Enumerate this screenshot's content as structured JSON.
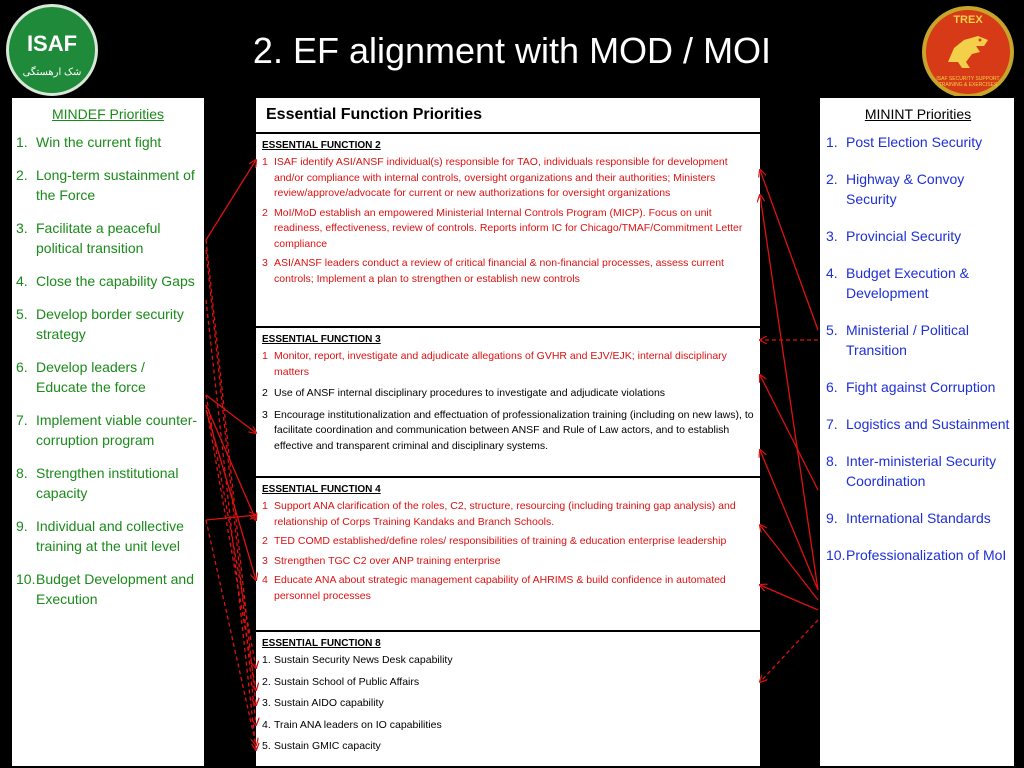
{
  "title": "2. EF alignment with MOD / MOI",
  "logos": {
    "left_text": "ISAF",
    "left_subtext": "شک ارهستگی",
    "right_text": "TREX",
    "right_subtext": "ISAF SECURITY SUPPORT TRAINING & EXERCISES"
  },
  "colors": {
    "mindef_green": "#1a8a1a",
    "minint_blue": "#1e2fd6",
    "arrow_red": "#dd1111"
  },
  "mindef": {
    "title": "MINDEF Priorities",
    "items": [
      {
        "num": "1.",
        "text": "Win the current fight"
      },
      {
        "num": "2.",
        "text": "Long-term sustainment of the Force"
      },
      {
        "num": "3.",
        "text": "Facilitate a peaceful political transition"
      },
      {
        "num": "4.",
        "text": "Close the capability Gaps"
      },
      {
        "num": "5.",
        "text": "Develop border security strategy"
      },
      {
        "num": "6.",
        "text": "Develop leaders / Educate the force"
      },
      {
        "num": "7.",
        "text": "Implement viable counter-corruption program"
      },
      {
        "num": "8.",
        "text": "Strengthen institutional capacity"
      },
      {
        "num": "9.",
        "text": "Individual and collective training at the unit level"
      },
      {
        "num": "10.",
        "text": "Budget Development and Execution"
      }
    ]
  },
  "minint": {
    "title": "MININT Priorities",
    "items": [
      {
        "num": "1.",
        "text": "Post Election Security"
      },
      {
        "num": "2.",
        "text": "Highway & Convoy Security"
      },
      {
        "num": "3.",
        "text": "Provincial Security"
      },
      {
        "num": "4.",
        "text": "Budget Execution & Development"
      },
      {
        "num": "5.",
        "text": "Ministerial / Political Transition"
      },
      {
        "num": "6.",
        "text": "Fight against Corruption"
      },
      {
        "num": "7.",
        "text": "Logistics and Sustainment"
      },
      {
        "num": "8.",
        "text": "Inter-ministerial Security Coordination"
      },
      {
        "num": "9.",
        "text": "International Standards"
      },
      {
        "num": "10.",
        "text": "Professionalization of MoI"
      }
    ]
  },
  "ef_panel": {
    "header": "Essential  Function Priorities",
    "functions": [
      {
        "title": "ESSENTIAL FUNCTION 2",
        "items": [
          {
            "num": "1",
            "color": "red",
            "text": "ISAF identify ASI/ANSF individual(s) responsible for TAO, individuals responsible for development and/or compliance with internal controls, oversight organizations and their authorities; Ministers review/approve/advocate for current or new authorizations for oversight organizations"
          },
          {
            "num": "2",
            "color": "red",
            "text": "MoI/MoD establish an empowered Ministerial Internal Controls Program (MICP).  Focus on unit readiness, effectiveness, review of controls.  Reports inform IC for Chicago/TMAF/Commitment Letter compliance"
          },
          {
            "num": "3",
            "color": "red",
            "text": "ASI/ANSF leaders conduct a review of critical financial & non-financial processes, assess current controls;   Implement a plan to strengthen or establish new controls"
          }
        ]
      },
      {
        "title": "ESSENTIAL FUNCTION 3",
        "items": [
          {
            "num": "1",
            "color": "red",
            "text": "Monitor, report, investigate and adjudicate allegations of GVHR and EJV/EJK; internal disciplinary matters"
          },
          {
            "num": "2",
            "color": "blk",
            "text": "Use of ANSF internal disciplinary procedures to investigate and adjudicate violations"
          },
          {
            "num": "3",
            "color": "blk",
            "text": "Encourage institutionalization and effectuation of professionalization training (including on new laws), to facilitate coordination and communication between ANSF and Rule of Law actors, and to establish effective and transparent criminal and disciplinary systems."
          }
        ]
      },
      {
        "title": "ESSENTIAL FUNCTION 4",
        "items": [
          {
            "num": "1",
            "color": "red",
            "text": "Support ANA clarification of the roles,  C2, structure, resourcing (including training gap analysis) and relationship of Corps Training Kandaks and Branch Schools."
          },
          {
            "num": "2",
            "color": "red",
            "text": "TED COMD established/define roles/ responsibilities of training & education enterprise leadership"
          },
          {
            "num": "3",
            "color": "red",
            "text": "Strengthen TGC C2 over ANP training enterprise"
          },
          {
            "num": "4",
            "color": "red",
            "text": "Educate ANA about strategic management capability of AHRIMS & build confidence in automated personnel processes"
          }
        ]
      },
      {
        "title": "ESSENTIAL FUNCTION 8",
        "items": [
          {
            "num": "1.",
            "color": "blk",
            "text": "Sustain Security News Desk capability"
          },
          {
            "num": "2.",
            "color": "blk",
            "text": "Sustain School of Public Affairs"
          },
          {
            "num": "3.",
            "color": "blk",
            "text": "Sustain AIDO capability"
          },
          {
            "num": "4.",
            "color": "blk",
            "text": "Train ANA leaders on IO capabilities"
          },
          {
            "num": "5.",
            "color": "blk",
            "text": "Sustain GMIC capacity"
          }
        ]
      }
    ]
  }
}
